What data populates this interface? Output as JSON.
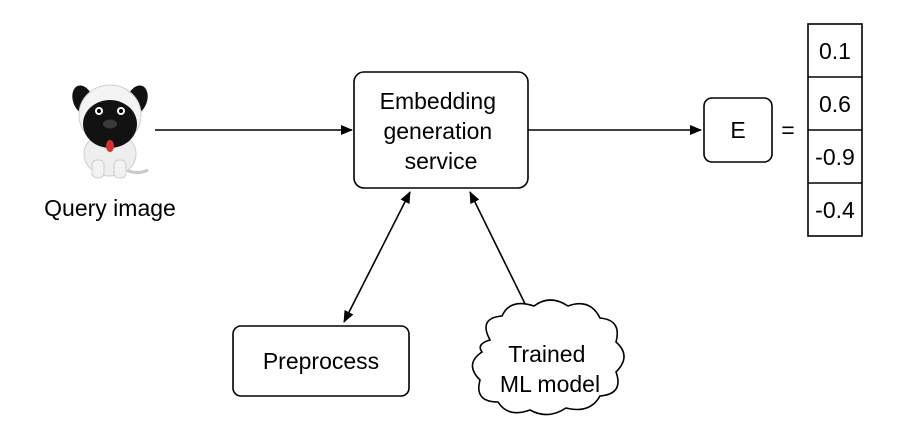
{
  "diagram": {
    "query_image": {
      "label": "Query image",
      "icon": "dog-icon"
    },
    "embedding_service": {
      "lines": [
        "Embedding",
        "generation",
        "service"
      ]
    },
    "embedding_output": {
      "label": "E",
      "equals": "="
    },
    "embedding_vector": [
      "0.1",
      "0.6",
      "-0.9",
      "-0.4"
    ],
    "preprocess": {
      "label": "Preprocess"
    },
    "trained_model": {
      "lines": [
        "Trained",
        "ML model"
      ]
    }
  }
}
